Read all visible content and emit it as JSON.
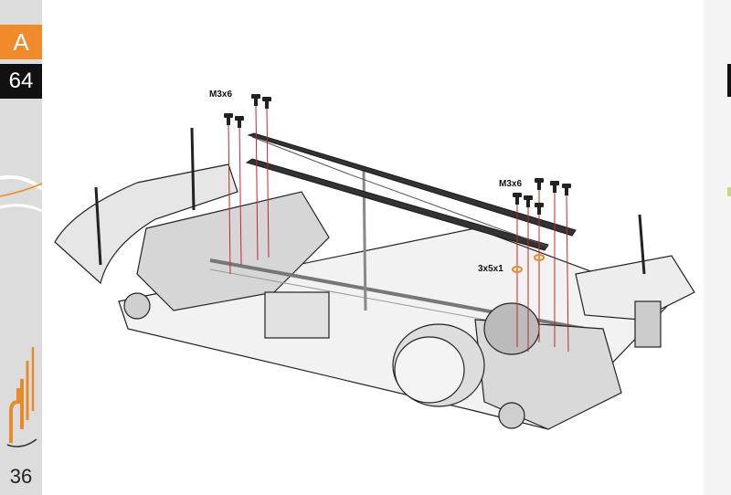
{
  "sidebar": {
    "section_letter": "A",
    "step_number": "64",
    "page_number": "36"
  },
  "callouts": {
    "screws_left": "M3x6",
    "screws_right": "M3x6",
    "shim": "3x5x1"
  },
  "colors": {
    "accent": "#f08a2a",
    "guide_lines": "#c0282d",
    "shim": "#e88a2a"
  }
}
